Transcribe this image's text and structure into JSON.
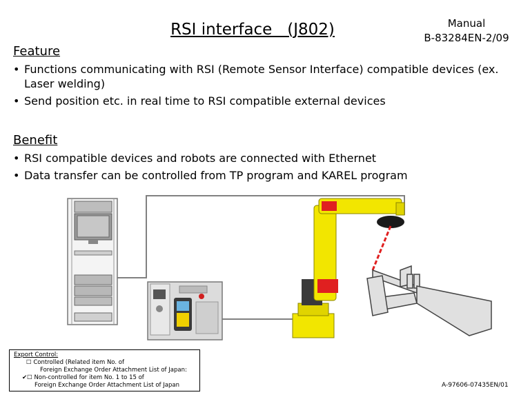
{
  "title": "RSI interface   (J802)",
  "manual": {
    "label": "Manual",
    "number": "B-83284EN-2/09"
  },
  "feature": {
    "heading": "Feature",
    "bullets": [
      "Functions communicating with RSI (Remote Sensor Interface) compatible devices (ex. Laser welding)",
      "Send position etc. in real time to RSI compatible external devices"
    ]
  },
  "benefit": {
    "heading": "Benefit",
    "bullets": [
      "RSI compatible devices and robots are connected with Ethernet",
      "Data transfer can be controlled from TP program and KAREL program"
    ]
  },
  "export_control": {
    "heading": "Export Control:",
    "controlled": "Controlled (Related item No. of",
    "controlled_line2": "Foreign Exchange Order Attachment List of Japan:",
    "non_controlled": "Non-controlled for item No. 1 to 15 of",
    "non_controlled_line2": "Foreign Exchange Order Attachment List of Japan"
  },
  "doc_number": "A-97606-07435EN/01",
  "colors": {
    "robot_yellow": "#f2e600",
    "laser_red": "#e02020",
    "cabinet_gray": "#d9d9d9"
  }
}
